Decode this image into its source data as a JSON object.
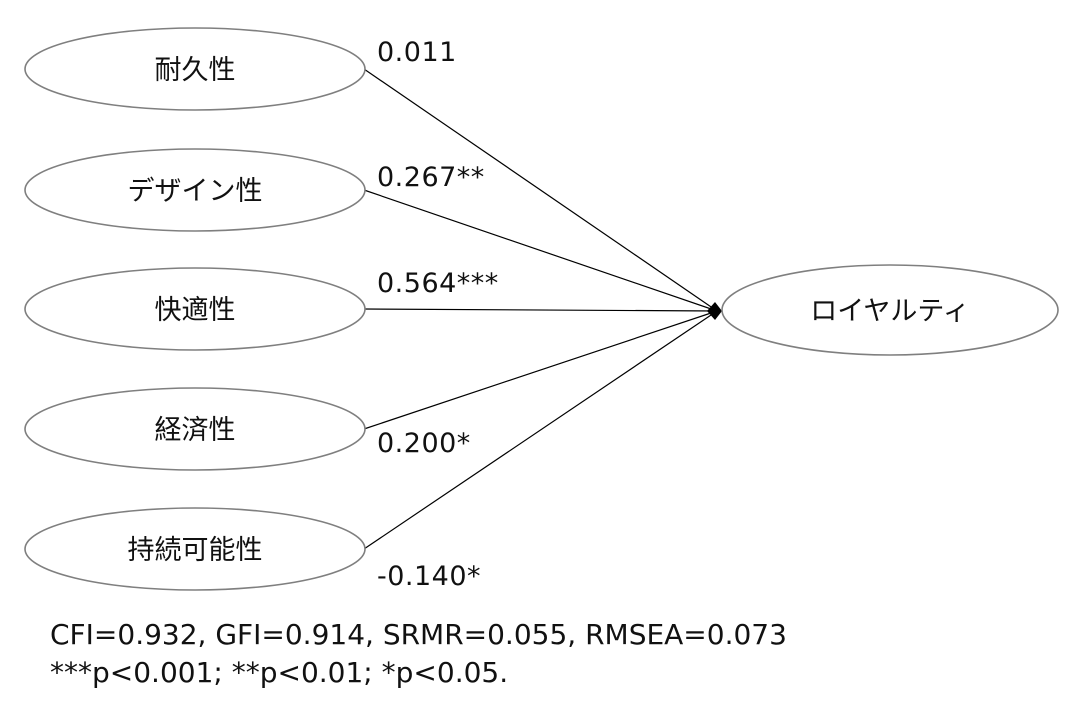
{
  "predictors": [
    {
      "label": "耐久性",
      "coefficient": "0.011"
    },
    {
      "label": "デザイン性",
      "coefficient": "0.267**"
    },
    {
      "label": "快適性",
      "coefficient": "0.564***"
    },
    {
      "label": "経済性",
      "coefficient": "0.200*"
    },
    {
      "label": "持続可能性",
      "coefficient": "-0.140*"
    }
  ],
  "outcome": {
    "label": "ロイヤルティ"
  },
  "footer": {
    "fit_indices": "CFI=0.932, GFI=0.914, SRMR=0.055, RMSEA=0.073",
    "significance_note": "***p<0.001; **p<0.01; *p<0.05."
  },
  "colors": {
    "ellipse_stroke": "#7f7f7f",
    "line": "#000000",
    "text": "#111111"
  }
}
